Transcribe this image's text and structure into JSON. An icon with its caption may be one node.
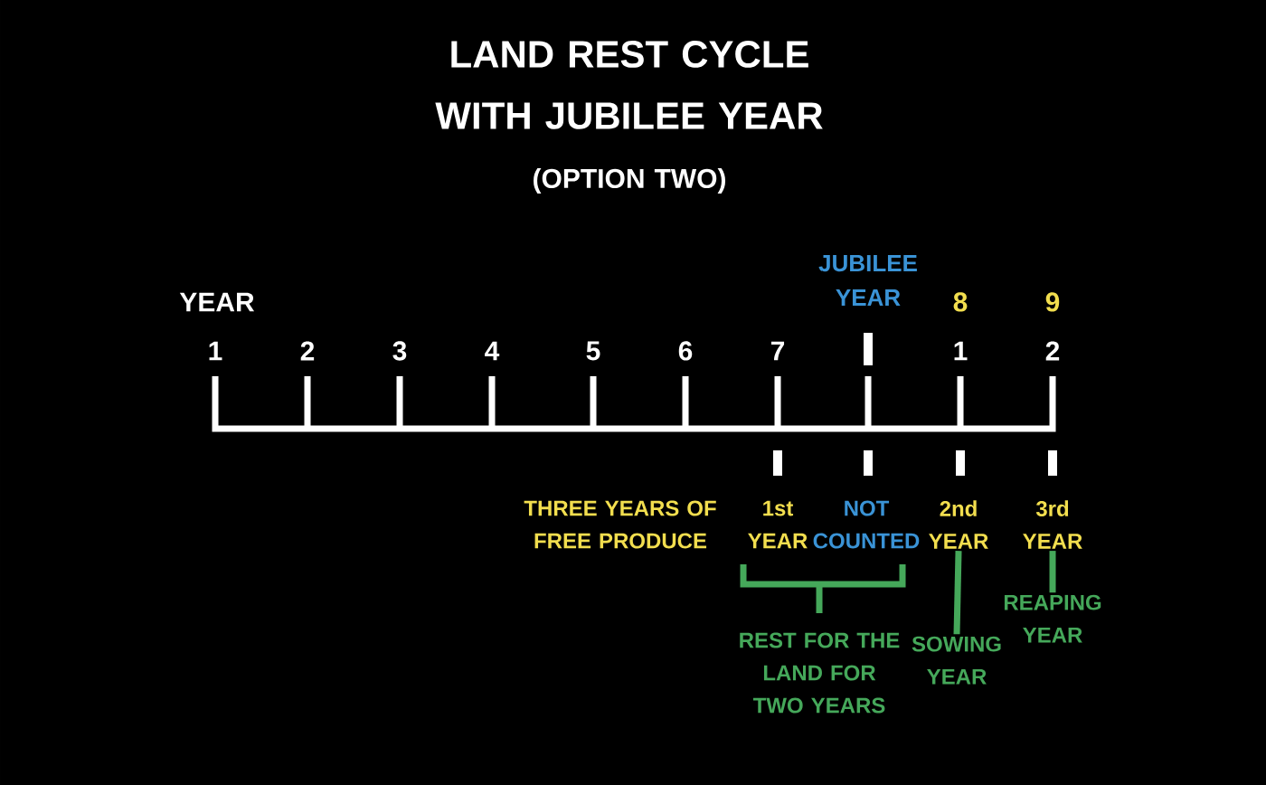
{
  "diagram": {
    "title": "LAND REST CYCLE WITH JUBILEE YEAR",
    "nodes": [
      {
        "text": [
          "2nd YEAR"
        ]
      },
      {
        "text": [
          "SOWING YEAR"
        ]
      },
      {
        "text": [
          "3rd YEAR"
        ]
      },
      {
        "text": [
          "REAPING YEAR"
        ]
      }
    ],
    "edges": [
      {
        "from": 0,
        "to": 1,
        "arrow": "none"
      },
      {
        "from": 2,
        "to": 3,
        "arrow": "none"
      }
    ],
    "labels": [
      "(OPTION TWO)",
      "JUBILEE YEAR",
      "YEAR",
      "8",
      "9",
      "1",
      "2",
      "3",
      "4",
      "5",
      "6",
      "7",
      "1",
      "2",
      "THREE YEARS OF FREE PRODUCE",
      "1st YEAR",
      "NOT COUNTED",
      "REST FOR THE LAND FOR TWO YEARS"
    ]
  }
}
